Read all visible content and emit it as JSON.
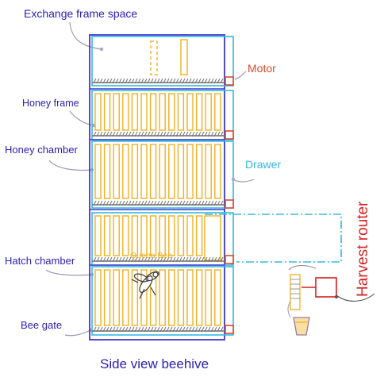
{
  "labels": {
    "exchange_frame_space": "Exchange frame space",
    "honey_frame": "Honey frame",
    "honey_chamber": "Honey chamber",
    "hatch_chamber": "Hatch chamber",
    "bee_gate": "Bee gate",
    "motor": "Motor",
    "drawer": "Drawer",
    "harvest_router": "Harvest router",
    "queen_bee": "Queen Bee",
    "caption": "Side view beehive"
  },
  "colors": {
    "left_label": "#2a1fb0",
    "hive_outline": "#3a3ad0",
    "drawer": "#38b8e0",
    "frame": "#f0b020",
    "rack": "#707070",
    "motor": "#d64a2a",
    "router": "#d42020",
    "leader": "#9a9ab8"
  }
}
